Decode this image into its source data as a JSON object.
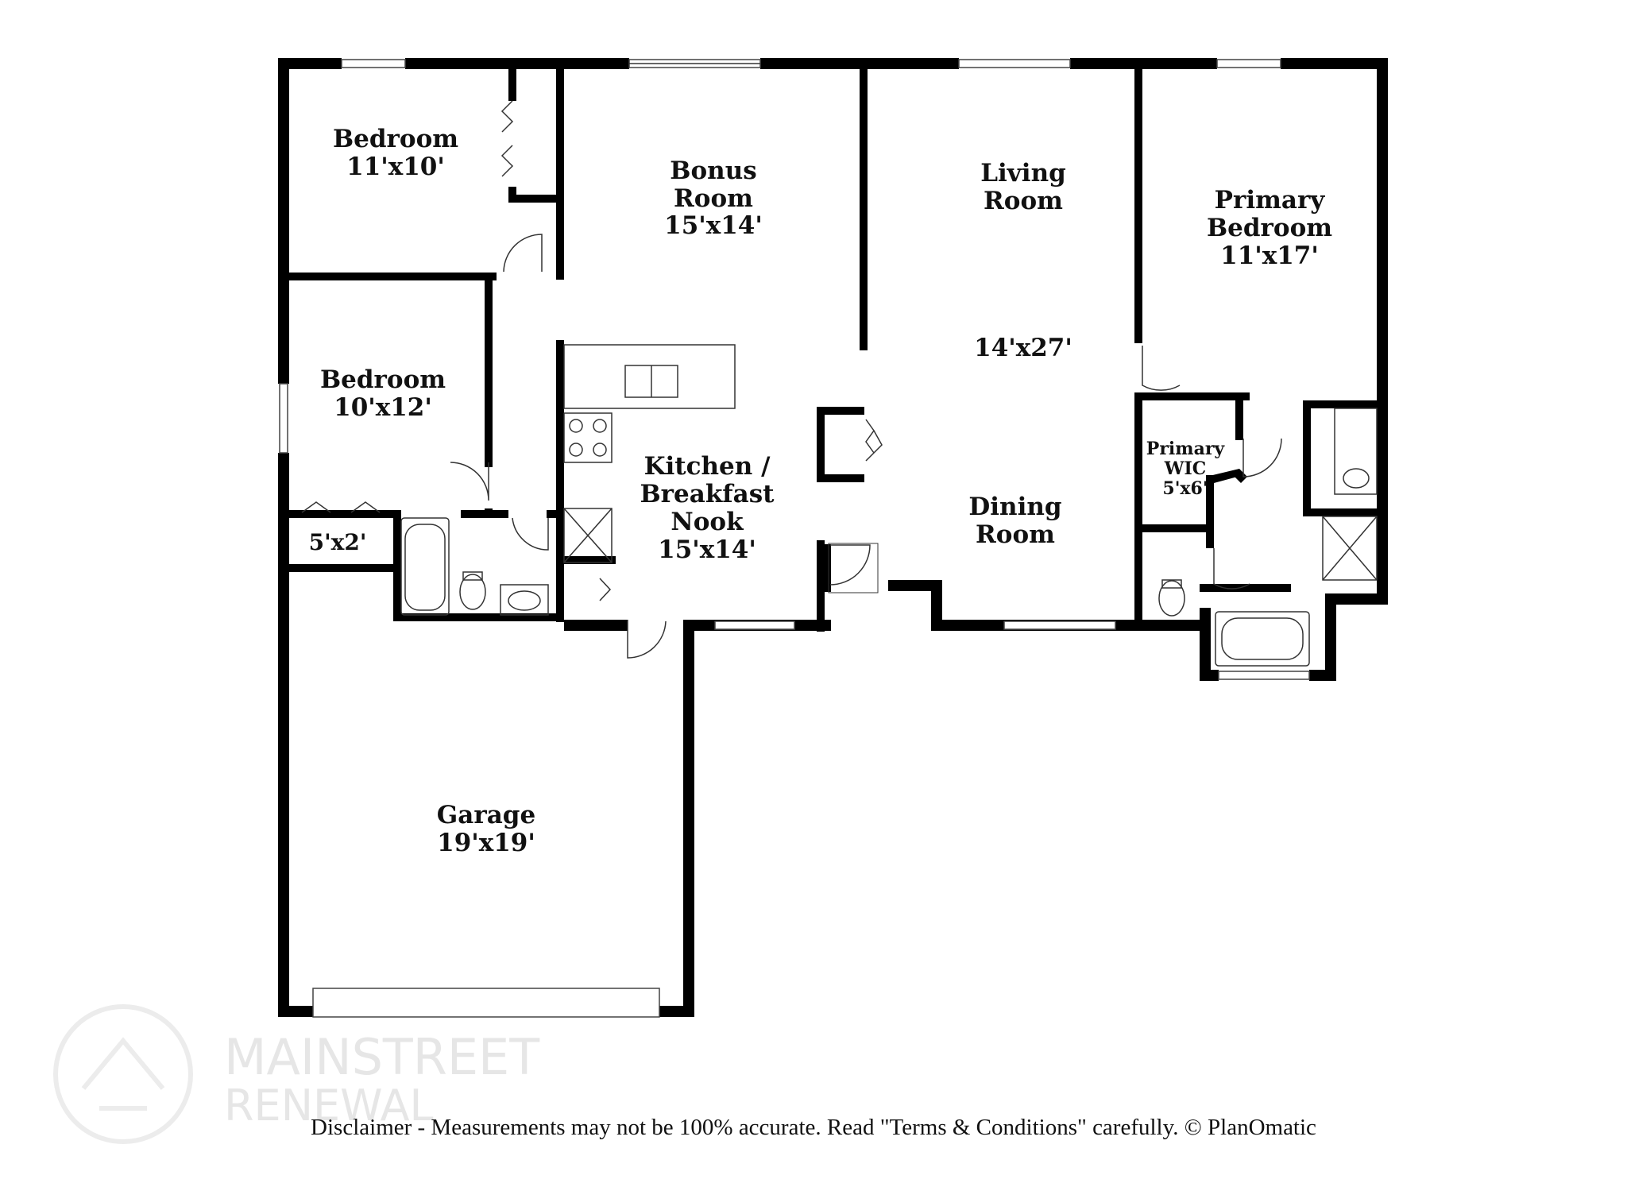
{
  "rooms": {
    "bedroom_1": {
      "name": "Bedroom",
      "size": "11'x10'"
    },
    "bonus_room": {
      "name_line1": "Bonus",
      "name_line2": "Room",
      "size": "15'x14'"
    },
    "living_room": {
      "name_line1": "Living",
      "name_line2": "Room"
    },
    "living_dining_size": "14'x27'",
    "primary_bedroom": {
      "name_line1": "Primary",
      "name_line2": "Bedroom",
      "size": "11'x17'"
    },
    "bedroom_2": {
      "name": "Bedroom",
      "size": "10'x12'"
    },
    "closet": {
      "size": "5'x2'"
    },
    "kitchen": {
      "name_line1": "Kitchen /",
      "name_line2": "Breakfast",
      "name_line3": "Nook",
      "size": "15'x14'"
    },
    "primary_wic": {
      "name_line1": "Primary",
      "name_line2": "WIC",
      "size": "5'x6'"
    },
    "dining_room": {
      "name_line1": "Dining",
      "name_line2": "Room"
    },
    "garage": {
      "name": "Garage",
      "size": "19'x19'"
    }
  },
  "watermark": {
    "line1": "MAINSTREET",
    "line2": "RENEWAL"
  },
  "disclaimer": "Disclaimer - Measurements may not be 100% accurate. Read \"Terms & Conditions\" carefully. © PlanOmatic"
}
